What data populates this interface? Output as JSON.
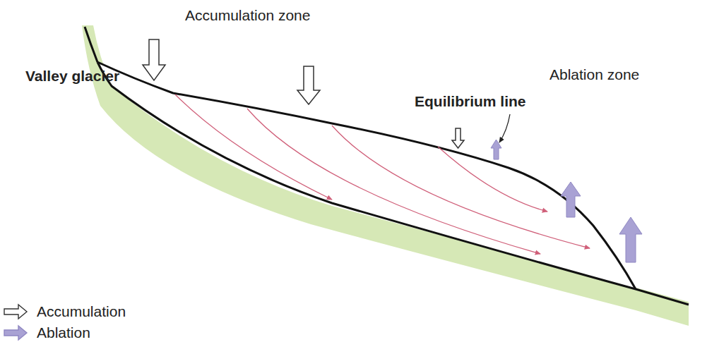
{
  "diagram": {
    "labels": [
      "Accumulation zone",
      "Equilibrium line",
      "Ablation zone",
      "Valley glacier"
    ],
    "legend": [
      {
        "text": "Accumulation"
      },
      {
        "text": "Ablation"
      }
    ]
  }
}
